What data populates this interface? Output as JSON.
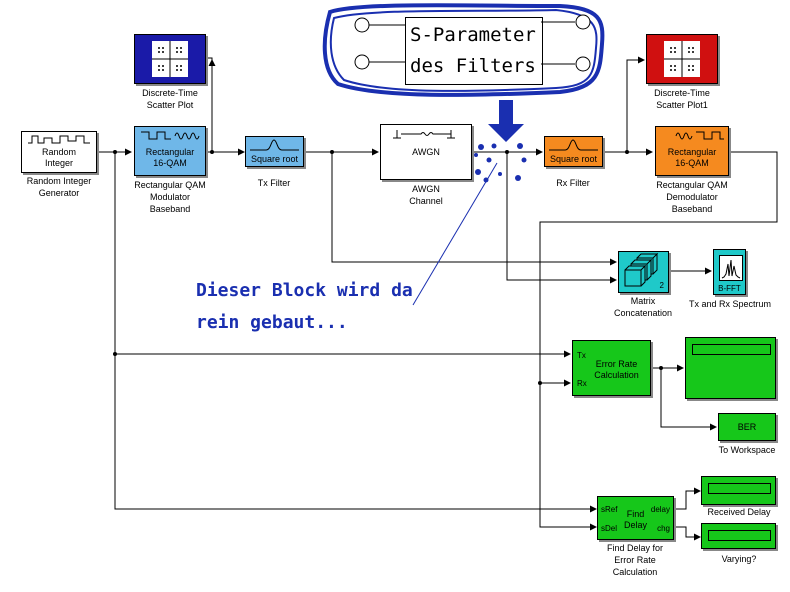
{
  "blocks": {
    "random_integer": {
      "inner": [
        "Random",
        "Integer"
      ],
      "label": [
        "Random Integer",
        "Generator"
      ]
    },
    "scatter1": {
      "label": [
        "Discrete-Time",
        "Scatter Plot"
      ]
    },
    "modulator": {
      "inner": [
        "Rectangular",
        "16-QAM"
      ],
      "label": [
        "Rectangular QAM",
        "Modulator",
        "Baseband"
      ]
    },
    "tx_filter": {
      "inner": "Square root",
      "label": "Tx Filter"
    },
    "awgn": {
      "inner": "AWGN",
      "label": [
        "AWGN",
        "Channel"
      ]
    },
    "rx_filter": {
      "inner": "Square root",
      "label": "Rx Filter"
    },
    "scatter2": {
      "label": [
        "Discrete-Time",
        "Scatter Plot1"
      ]
    },
    "demodulator": {
      "inner": [
        "Rectangular",
        "16-QAM"
      ],
      "label": [
        "Rectangular QAM",
        "Demodulator",
        "Baseband"
      ]
    },
    "matrix_concat": {
      "port": "2",
      "label": [
        "Matrix",
        "Concatenation"
      ]
    },
    "spectrum": {
      "inner": "B-FFT",
      "label": "Tx and Rx Spectrum"
    },
    "error_rate": {
      "inner": [
        "Error Rate",
        "Calculation"
      ],
      "port_tx": "Tx",
      "port_rx": "Rx"
    },
    "to_workspace": {
      "inner": "BER",
      "label": "To Workspace"
    },
    "find_delay": {
      "port_sref": "sRef",
      "port_sdel": "sDel",
      "inner": [
        "Find",
        "Delay"
      ],
      "port_delay": "delay",
      "port_chg": "chg",
      "label": [
        "Find Delay for",
        "Error Rate",
        "Calculation"
      ]
    },
    "received_delay": {
      "label": "Received Delay"
    },
    "varying": {
      "label": "Varying?"
    }
  },
  "annotations": {
    "s_param": [
      "S-Parameter",
      "des Filters"
    ],
    "handwriting": [
      "Dieser Block wird da",
      "rein gebaut..."
    ]
  },
  "colors": {
    "blue_block": "#6fb7e8",
    "orange_block": "#f58a1f",
    "green_block": "#16c71a",
    "cyan_block": "#1fc9c9",
    "scatter_blue": "#1a1aa8",
    "scatter_red": "#d01010",
    "ink": "#1a2fb0"
  }
}
